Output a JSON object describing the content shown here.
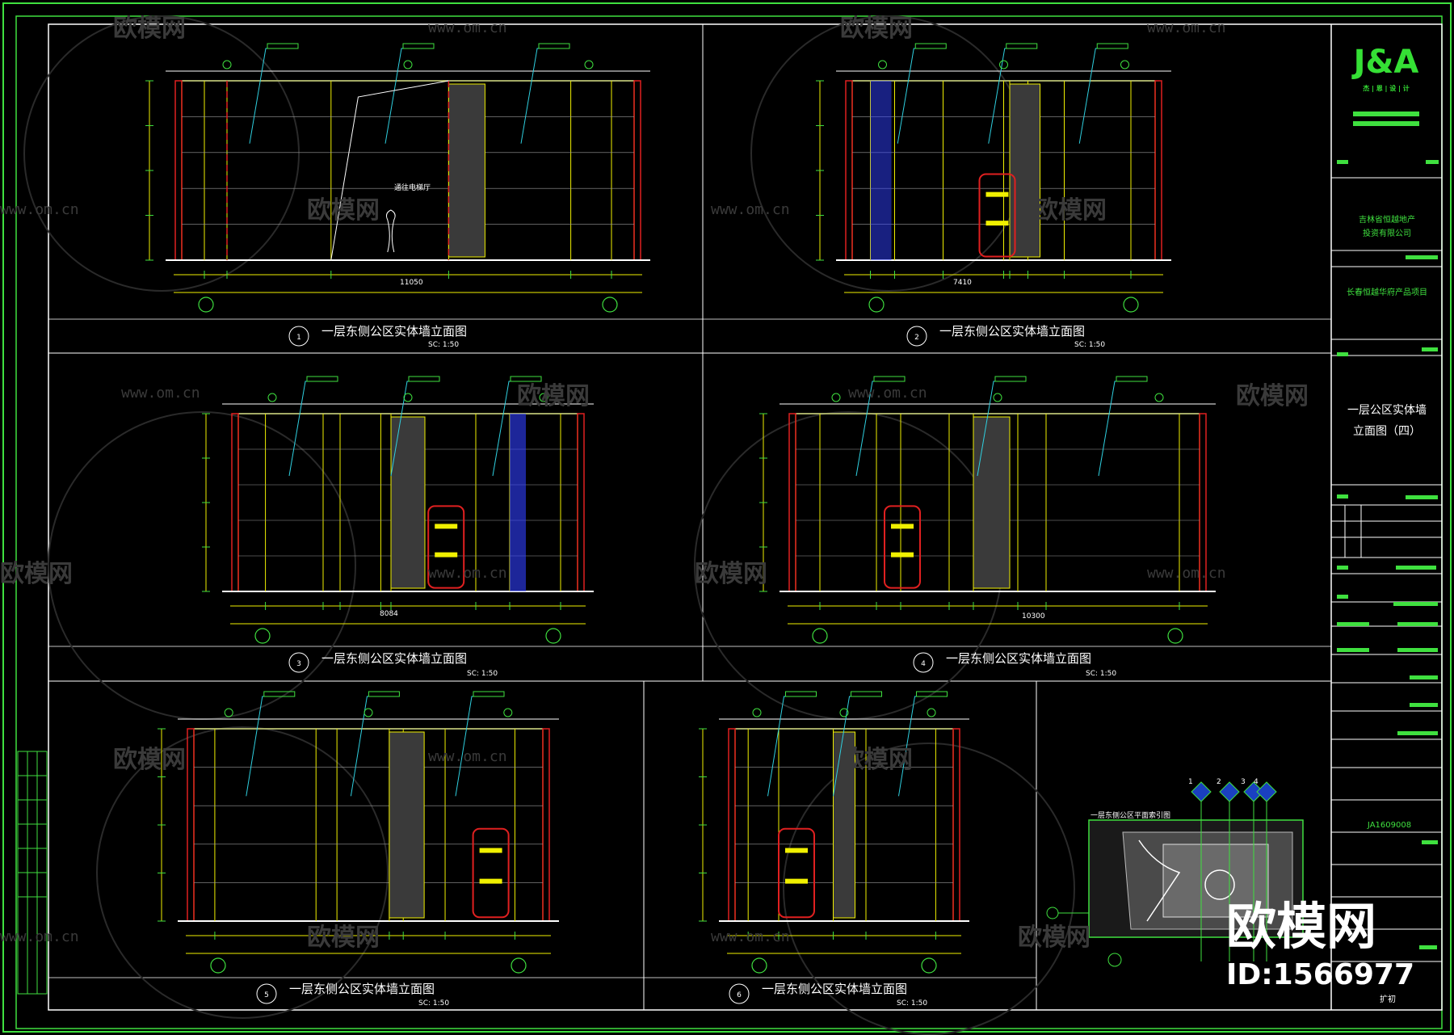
{
  "watermark": {
    "site_text": "欧模网",
    "url": "www.om.cn",
    "big_text": "欧模网",
    "id_text": "ID:1566977"
  },
  "logo": {
    "brand": "J&A",
    "subtitle": "杰 | 恩 | 设 | 计"
  },
  "elevations": [
    {
      "num": "1",
      "title": "一层东侧公区实体墙立面图",
      "scale": "SC: 1:50",
      "dim_total": "11050",
      "label": "通往电梯厅"
    },
    {
      "num": "2",
      "title": "一层东侧公区实体墙立面图",
      "scale": "SC: 1:50",
      "dim_total": "7410",
      "label": ""
    },
    {
      "num": "3",
      "title": "一层东侧公区实体墙立面图",
      "scale": "SC: 1:50",
      "dim_total": "8084",
      "label": ""
    },
    {
      "num": "4",
      "title": "一层东侧公区实体墙立面图",
      "scale": "SC: 1:50",
      "dim_total": "10300",
      "label": ""
    },
    {
      "num": "5",
      "title": "一层东侧公区实体墙立面图",
      "scale": "SC: 1:50",
      "dim_total": "",
      "label": ""
    },
    {
      "num": "6",
      "title": "一层东侧公区实体墙立面图",
      "scale": "SC: 1:50",
      "dim_total": "",
      "label": ""
    }
  ],
  "title_block": {
    "client": "吉林省恒越地产",
    "client2": "投资有限公司",
    "project": "长春恒越华府产品项目",
    "sheet_title_1": "一层公区实体墙",
    "sheet_title_2": "立面图（四）",
    "job_no": "JA1609008",
    "stage": "扩初"
  },
  "keyplan": {
    "title": "一层东侧公区平面索引图",
    "markers": [
      "1",
      "2",
      "3",
      "4"
    ]
  },
  "colors": {
    "frame": "#3fe03f",
    "wall": "#f0f000",
    "accent": "#e02020",
    "cyan": "#2fd0e0",
    "blue": "#3040ff"
  }
}
